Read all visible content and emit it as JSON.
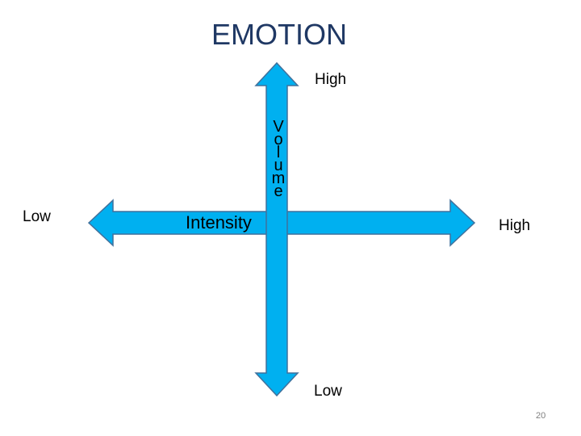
{
  "title": "EMOTION",
  "vertical_axis": {
    "label": "Volume",
    "high": "High",
    "low": "Low"
  },
  "horizontal_axis": {
    "label": "Intensity",
    "high": "High",
    "low": "Low"
  },
  "arrow_color": "#00b0f0",
  "arrow_outline": "#41719c",
  "page_number": "20"
}
